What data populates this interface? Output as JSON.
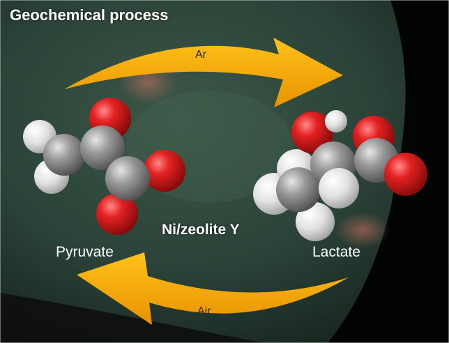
{
  "title": "Geochemical process",
  "catalyst": "Ni/zeolite Y",
  "molecules": {
    "left": "Pyruvate",
    "right": "Lactate"
  },
  "arrows": {
    "top": "Ar",
    "bottom": "Air"
  },
  "colors": {
    "arrow": "#f7a900",
    "oxygen": "#d41b1b",
    "carbon": "#8f8f8f",
    "hydrogen": "#e8e8e8",
    "background": "#243a30"
  }
}
